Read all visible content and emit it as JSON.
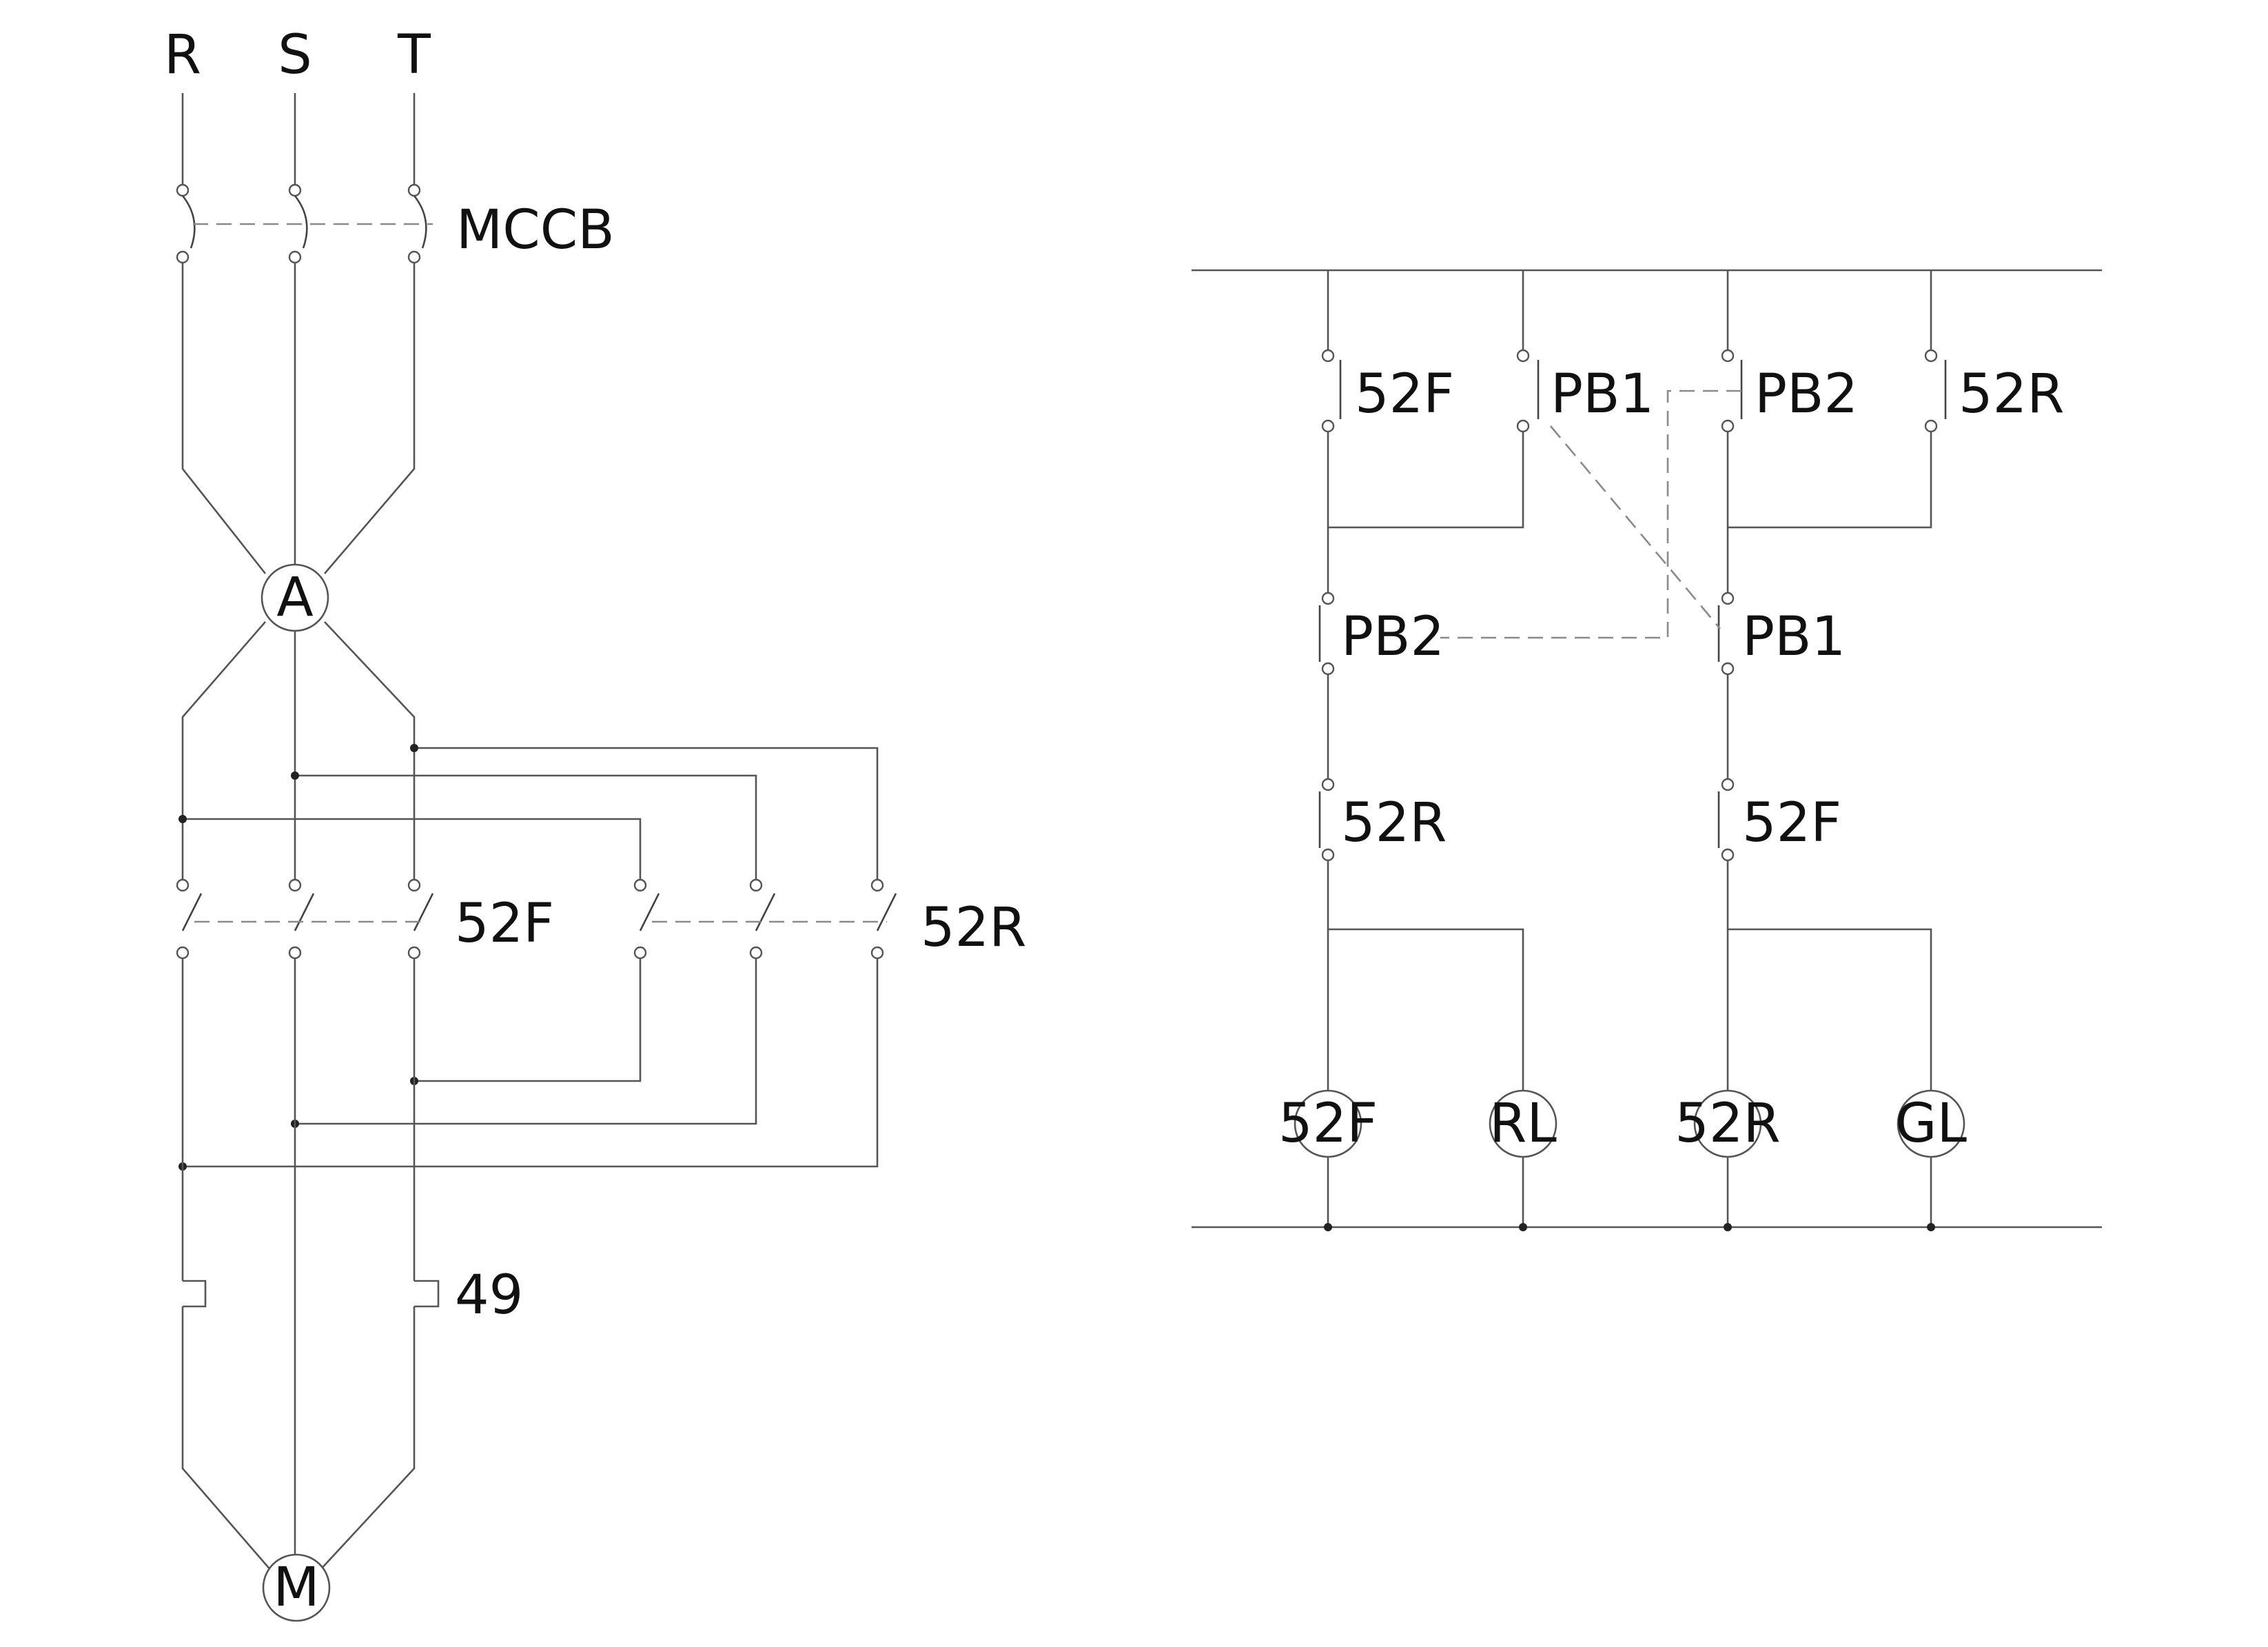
{
  "diagram": {
    "type": "motor forward/reverse control circuit",
    "power_circuit": {
      "phases": [
        "R",
        "S",
        "T"
      ],
      "breaker": "MCCB",
      "ammeter": "A",
      "contactor_forward": "52F",
      "contactor_reverse": "52R",
      "thermal_relay": "49",
      "motor": "M"
    },
    "control_circuit": {
      "top_contacts": [
        "52F",
        "PB1",
        "PB2",
        "52R"
      ],
      "pushbutton_interlocks": [
        "PB2",
        "PB1"
      ],
      "contactor_interlocks": [
        "52R",
        "52F"
      ],
      "loads": [
        "52F",
        "RL",
        "52R",
        "GL"
      ]
    }
  }
}
